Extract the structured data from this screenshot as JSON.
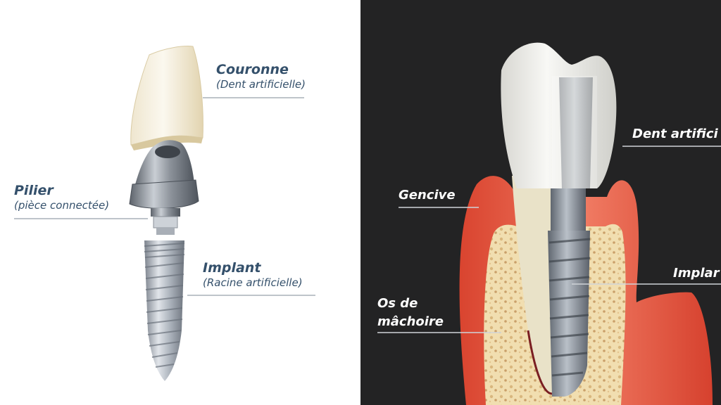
{
  "colors": {
    "left_label": "#34506b",
    "left_line": "#a9b0b8",
    "right_bg": "#232324",
    "right_label": "#ffffff",
    "gum": "#e85545",
    "bone": "#f1deb0",
    "enamel": "#f3f2ee",
    "metal": "#9aa2ac"
  },
  "left_labels": {
    "couronne": {
      "title": "Couronne",
      "subtitle": "(Dent artificielle)"
    },
    "pilier": {
      "title": "Pilier",
      "subtitle": "(pièce connectée)"
    },
    "implant": {
      "title": "Implant",
      "subtitle": "(Racine artificielle)"
    }
  },
  "right_labels": {
    "dent": "Dent artifici",
    "gencive": "Gencive",
    "implant": "Implar",
    "os_line1": "Os de",
    "os_line2": "mâchoire"
  }
}
